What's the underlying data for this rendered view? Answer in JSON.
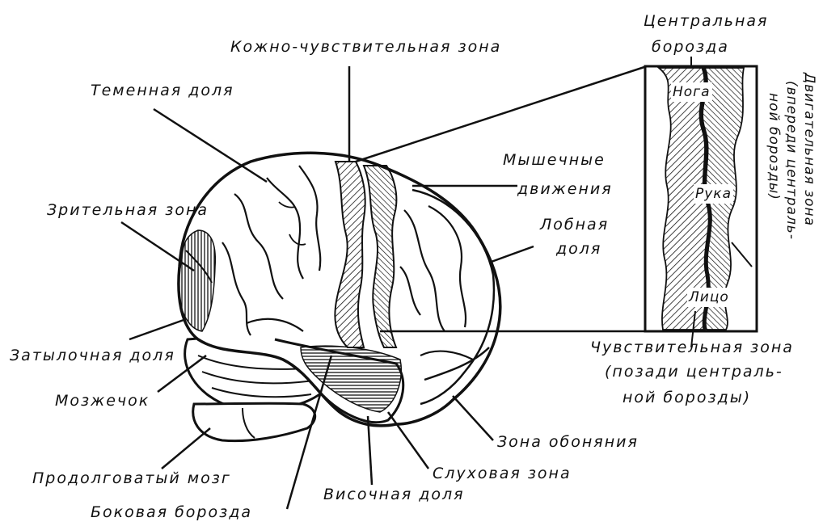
{
  "labels": {
    "skin_zone": "Кожно-чувствительная зона",
    "parietal": "Теменная доля",
    "visual_zone": "Зрительная зона",
    "occipital": "Затылочная доля",
    "cerebellum": "Мозжечок",
    "medulla": "Продолговатый мозг",
    "lateral_sulcus": "Боковая борозда",
    "temporal": "Височная доля",
    "auditory": "Слуховая зона",
    "olfactory": "Зона обоняния",
    "sensory_line1": "Чувствительная зона",
    "sensory_line2": "(позади централь-",
    "sensory_line3": "ной борозды)",
    "frontal_line1": "Лобная",
    "frontal_line2": "доля",
    "muscle_line1": "Мышечные",
    "muscle_line2": "движения",
    "central_line1": "Центральная",
    "central_line2": "борозда",
    "inset_leg": "Нога",
    "inset_hand": "Рука",
    "inset_face": "Лицо",
    "motor_line1": "Двигательная зона",
    "motor_line2": "(впереди централь-",
    "motor_line3": "ной борозды)"
  },
  "colors": {
    "ink": "#111111",
    "background": "#ffffff"
  }
}
